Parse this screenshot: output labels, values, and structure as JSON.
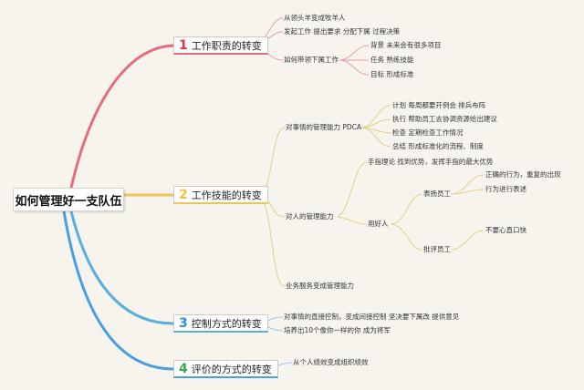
{
  "root": "如何管理好一支队伍",
  "colors": {
    "b1": "#e36e7c",
    "b2": "#ecc55a",
    "b3": "#5aaee0",
    "b4": "#4a9fe4",
    "num1": "#e0363c",
    "num2": "#f0c23a",
    "num3": "#2f8ddc",
    "num4": "#2fae4e",
    "background": "#f6f4ec"
  },
  "branches": [
    {
      "num": "1",
      "label": "工作职责的转变",
      "children": [
        {
          "text": "从领头羊变成牧羊人"
        },
        {
          "text": "发起工作 提出要求 分配下属 过程决策"
        },
        {
          "text": "如何带领下属工作",
          "children": [
            "背景 未来会有很多项目",
            "任务 熟练技能",
            "目标 形成标准"
          ]
        }
      ]
    },
    {
      "num": "2",
      "label": "工作技能的转变",
      "children": [
        {
          "text": "对事情的管理能力 PDCA",
          "children": [
            "计划 每周都要开例会 排兵布阵",
            "执行 帮助员工去协调资源给出建议",
            "检查 定期检查工作情况",
            "总结 形成标准化的流程、制度"
          ]
        },
        {
          "text": "对人的管理能力",
          "children": [
            {
              "text": "手指理论 找到优势，发挥手指的最大优势"
            },
            {
              "text": "用好人",
              "children": [
                {
                  "text": "表扬员工",
                  "children": [
                    "正确的行为，重复的出现",
                    "行为进行表述"
                  ]
                },
                {
                  "text": "批评员工",
                  "children": [
                    "不要心直口快"
                  ]
                }
              ]
            }
          ]
        },
        {
          "text": "业务服务变成管理能力"
        }
      ]
    },
    {
      "num": "3",
      "label": "控制方式的转变",
      "children": [
        {
          "text": "对事情的直接控制，变成间接控制 坚决要下属改 提供意见"
        },
        {
          "text": "培养出10个像你一样的你 成为将军"
        }
      ]
    },
    {
      "num": "4",
      "label": "评价的方式的转变",
      "children": [
        {
          "text": "从个人绩效变成组织绩效"
        }
      ]
    }
  ]
}
